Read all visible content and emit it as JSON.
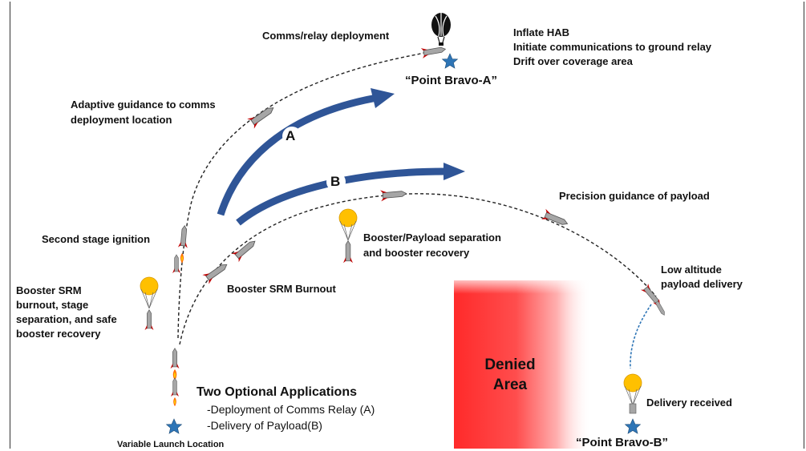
{
  "labels": {
    "comms_relay_deployment": "Comms/relay deployment",
    "hab_actions": "Inflate HAB\nInitiate communications to ground relay\nDrift over coverage area",
    "point_bravo_a": "“Point Bravo-A”",
    "adaptive_guidance": "Adaptive guidance to comms\ndeployment location",
    "path_a": "A",
    "path_b": "B",
    "precision_guidance": "Precision guidance of payload",
    "second_stage_ignition": "Second stage ignition",
    "booster_payload_separation": "Booster/Payload separation\nand booster recovery",
    "low_altitude_delivery": "Low altitude\npayload delivery",
    "booster_srm_recovery": "Booster SRM\nburnout, stage\nseparation, and safe\nbooster recovery",
    "booster_srm_burnout": "Booster SRM  Burnout",
    "denied_area": "Denied\nArea",
    "two_optional_applications": "Two Optional Applications",
    "app_a": "-Deployment of Comms Relay (A)",
    "app_b": "-Delivery of Payload(B)",
    "delivery_received": "Delivery received",
    "variable_launch_location": "Variable Launch Location",
    "point_bravo_b": "“Point Bravo-B”"
  },
  "colors": {
    "arrow_blue": "#2f5597",
    "star_blue": "#2e75b6",
    "denied_red": "#ff2a2a",
    "parachute_yellow": "#ffc000",
    "rocket_gray": "#a6a6a6",
    "rocket_fin": "#c00000"
  },
  "icons": [
    "balloon-icon",
    "star-icon",
    "rocket-icon",
    "parachute-icon",
    "flame-icon"
  ]
}
